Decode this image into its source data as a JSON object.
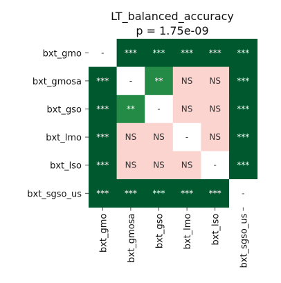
{
  "chart_data": {
    "type": "heatmap",
    "title": "LT_balanced_accuracy",
    "subtitle": "p = 1.75e-09",
    "row_labels": [
      "bxt_gmo",
      "bxt_gmosa",
      "bxt_gso",
      "bxt_lmo",
      "bxt_lso",
      "bxt_sgso_us"
    ],
    "col_labels": [
      "bxt_gmo",
      "bxt_gmosa",
      "bxt_gso",
      "bxt_lmo",
      "bxt_lso",
      "bxt_sgso_us"
    ],
    "values": [
      [
        "-",
        "***",
        "***",
        "***",
        "***",
        "***"
      ],
      [
        "***",
        "-",
        "**",
        "NS",
        "NS",
        "***"
      ],
      [
        "***",
        "**",
        "-",
        "NS",
        "NS",
        "***"
      ],
      [
        "***",
        "NS",
        "NS",
        "-",
        "NS",
        "***"
      ],
      [
        "***",
        "NS",
        "NS",
        "NS",
        "-",
        "***"
      ],
      [
        "***",
        "***",
        "***",
        "***",
        "***",
        "-"
      ]
    ],
    "colors": {
      "***": "#00582e",
      "**": "#238b45",
      "NS": "#fbd4d0",
      "-": "#ffffff"
    },
    "text_colors": {
      "***": "#ffffff",
      "**": "#ffffff",
      "NS": "#333333",
      "-": "#333333"
    },
    "grid": false,
    "legend": "none"
  }
}
